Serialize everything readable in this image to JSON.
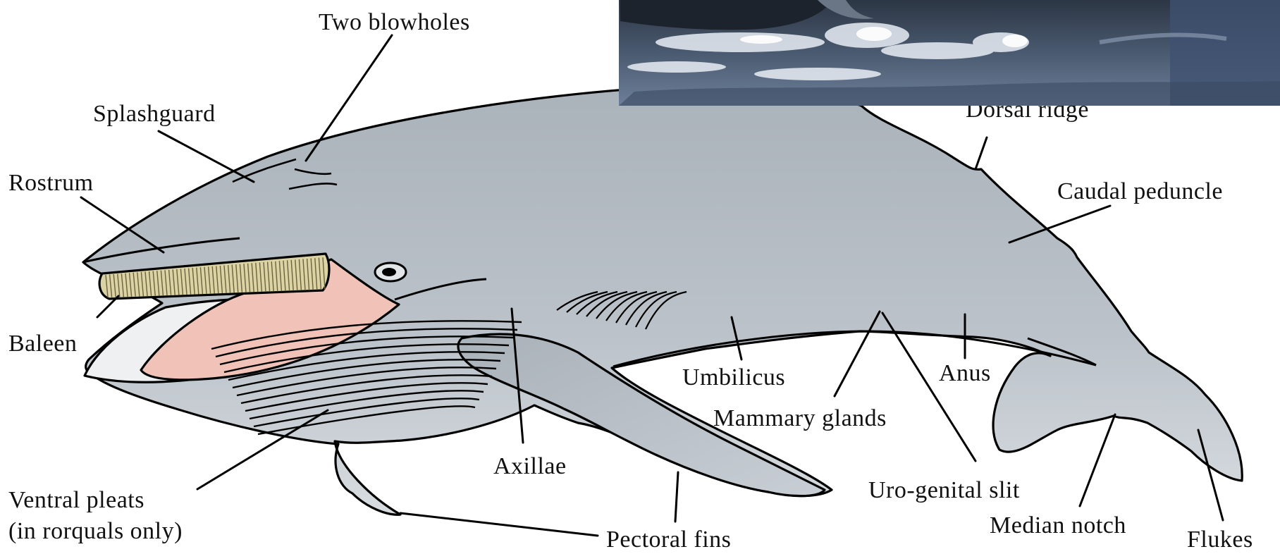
{
  "colors": {
    "body": "#b7bec5",
    "belly": "#eef0f2",
    "baleen": "#dcd3a4",
    "mouth": "#f1c3b8",
    "outline": "#000000",
    "label": "#111111"
  },
  "photo": {
    "subject": "humpback whale at ocean surface"
  },
  "labels": {
    "blowholes": "Two blowholes",
    "splashguard": "Splashguard",
    "rostrum": "Rostrum",
    "baleen": "Baleen",
    "ventral_pleats_line1": "Ventral pleats",
    "ventral_pleats_line2": "(in rorquals only)",
    "axillae": "Axillae",
    "pectoral_fins": "Pectoral fins",
    "umbilicus": "Umbilicus",
    "mammary_glands": "Mammary glands",
    "uro_genital_slit": "Uro-genital slit",
    "anus": "Anus",
    "median_notch": "Median notch",
    "flukes": "Flukes",
    "caudal_peduncle": "Caudal peduncle",
    "dorsal_ridge": "Dorsal ridge"
  }
}
